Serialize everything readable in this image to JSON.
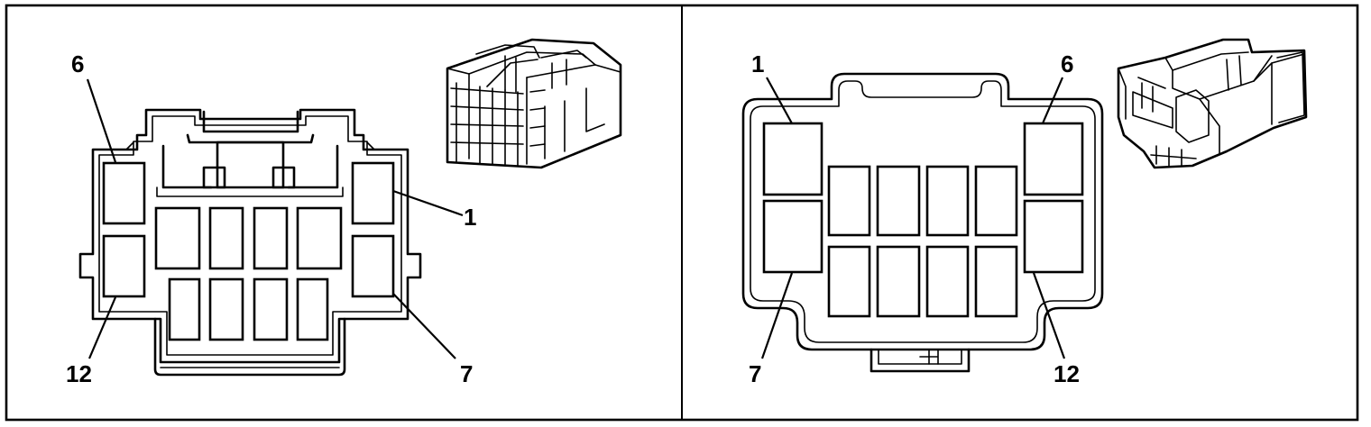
{
  "figure": {
    "colors": {
      "stroke": "#000000",
      "background": "#ffffff"
    },
    "left_view": {
      "labels": {
        "top_left": "6",
        "top_right": "1",
        "bottom_left": "12",
        "bottom_right": "7"
      },
      "has_isometric_inset": true
    },
    "right_view": {
      "labels": {
        "top_left": "1",
        "top_right": "6",
        "bottom_left": "7",
        "bottom_right": "12"
      },
      "has_isometric_inset": true
    }
  }
}
